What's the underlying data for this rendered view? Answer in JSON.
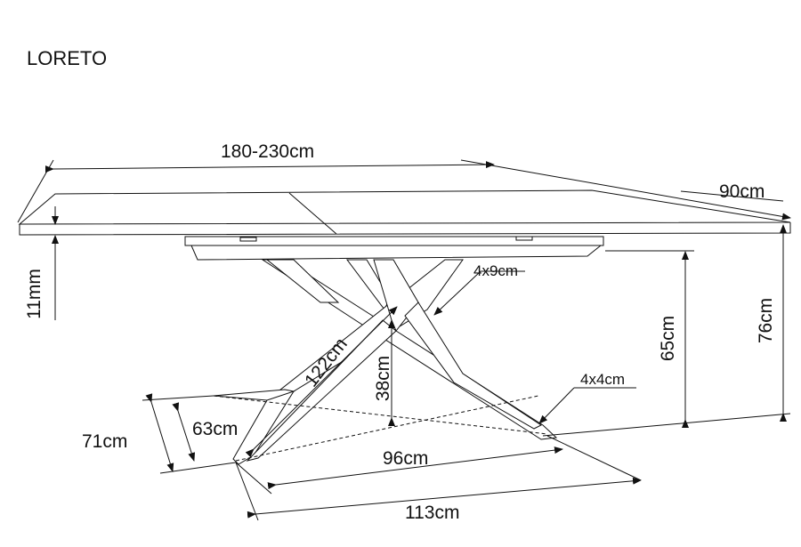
{
  "title": "LORETO",
  "dimensions": {
    "length": "180-230cm",
    "width": "90cm",
    "top_thickness": "11mm",
    "total_height": "76cm",
    "frame_height": "65cm",
    "leg_section_main": "4x9cm",
    "leg_length": "122cm",
    "cross_height": "38cm",
    "leg_section_foot": "4x4cm",
    "base_depth_outer": "71cm",
    "base_depth_inner": "63cm",
    "base_length_inner": "96cm",
    "base_length_outer": "113cm"
  }
}
